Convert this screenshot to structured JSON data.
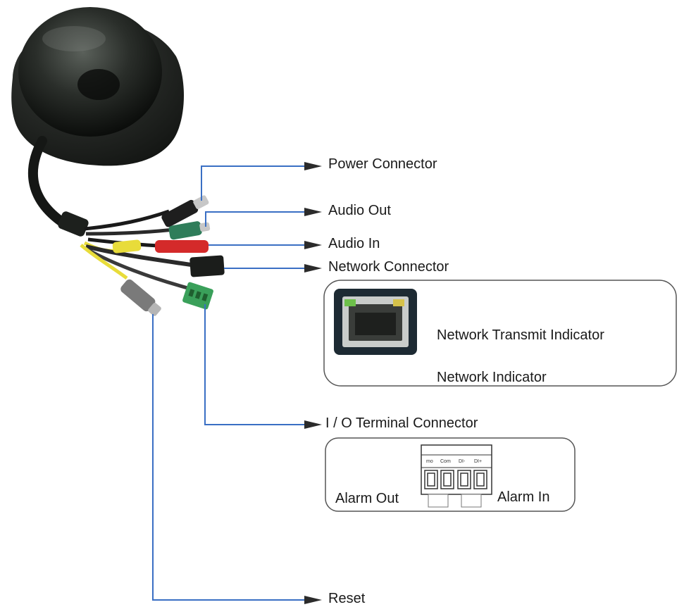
{
  "labels": {
    "power": "Power Connector",
    "audio_out": "Audio Out",
    "audio_in": "Audio In",
    "network": "Network Connector",
    "net_tx": "Network Transmit Indicator",
    "net_ind": "Network Indicator",
    "io": "I / O Terminal Connector",
    "alarm_out": "Alarm Out",
    "alarm_in": "Alarm In",
    "reset": "Reset"
  },
  "terminal_pins": [
    "mo",
    "Com",
    "DI-",
    "DI+"
  ],
  "colors": {
    "leader_line": "#3a6fc4",
    "arrow": "#2b2b2b",
    "camera_body": "#1c1f1c",
    "red_cable": "#d42a2a",
    "green_cable": "#2f7d5a",
    "yellow_cable": "#e8dc3a"
  }
}
